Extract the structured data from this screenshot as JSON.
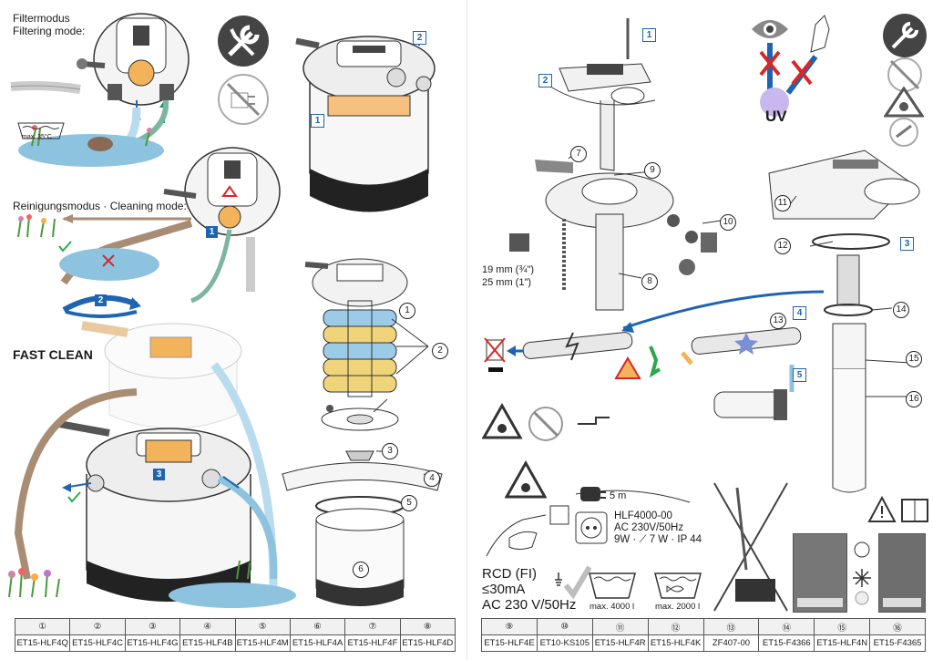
{
  "left": {
    "filtering_mode": [
      "Filtermodus",
      "Filtering mode:"
    ],
    "cleaning_mode": "Reinigungsmodus · Cleaning mode:",
    "fast_clean": "FAST CLEAN",
    "max_temp": "max. 35°C",
    "steps": [
      "1",
      "2",
      "3",
      "2",
      "1"
    ],
    "callouts": [
      "1",
      "2",
      "3",
      "4",
      "5",
      "6"
    ]
  },
  "right": {
    "uv_label": "UV",
    "hose_sizes": [
      "19 mm (¾\")",
      "25 mm (1\")"
    ],
    "callouts": [
      "7",
      "8",
      "9",
      "10",
      "11",
      "12",
      "13",
      "14",
      "15",
      "16"
    ],
    "steps": [
      "1",
      "2",
      "3",
      "4",
      "5"
    ],
    "cable_length": "5 m",
    "spec_lines": [
      "HLF4000-00",
      "AC 230V/50Hz",
      "9W · ⟋ 7 W · IP 44"
    ],
    "rcd_lines": [
      "RCD (FI)",
      "≤30mA",
      "AC 230 V/50Hz"
    ],
    "max_volumes": [
      "max. 4000 l",
      "max. 2000 l"
    ],
    "model_label": "ZF407-00"
  },
  "table_left": {
    "index": [
      "①",
      "②",
      "③",
      "④",
      "⑤",
      "⑥",
      "⑦",
      "⑧"
    ],
    "codes": [
      "ET15-HLF4Q",
      "ET15-HLF4C",
      "ET15-HLF4G",
      "ET15-HLF4B",
      "ET15-HLF4M",
      "ET15-HLF4A",
      "ET15-HLF4F",
      "ET15-HLF4D"
    ]
  },
  "table_right": {
    "index": [
      "⑨",
      "⑩",
      "⑪",
      "⑫",
      "⑬",
      "⑭",
      "⑮",
      "⑯"
    ],
    "codes": [
      "ET15-HLF4E",
      "ET10-KS105",
      "ET15-HLF4R",
      "ET15-HLF4K",
      "ZF407-00",
      "ET15-F4366",
      "ET15-HLF4N",
      "ET15-F4365"
    ]
  },
  "colors": {
    "accent_blue": "#1f64b0",
    "water_blue": "#8ec3e0",
    "hose_brown": "#a88c73",
    "sponge_blue": "#9ccbe8",
    "sponge_yellow": "#f0d47a",
    "warning_red": "#d62828",
    "check_green": "#2aa84a",
    "orange": "#f2b35b"
  },
  "icons": [
    "wrench-screwdriver-icon",
    "no-plug-icon",
    "eye-icon",
    "hand-icon",
    "uv-lamp-icon",
    "warning-triangle-icon",
    "manual-book-icon",
    "bin-crossed-icon",
    "frost-icon",
    "socket-icon",
    "plug-icon"
  ]
}
